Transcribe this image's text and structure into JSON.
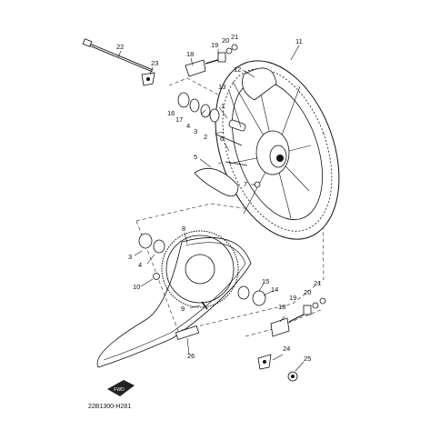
{
  "diagram": {
    "code": "22B1300-H281",
    "fwd_label": "FWD",
    "callouts": [
      {
        "id": "c22",
        "text": "22"
      },
      {
        "id": "c23",
        "text": "23"
      },
      {
        "id": "c18a",
        "text": "18"
      },
      {
        "id": "c19a",
        "text": "19"
      },
      {
        "id": "c20a",
        "text": "20"
      },
      {
        "id": "c21a",
        "text": "21"
      },
      {
        "id": "c11",
        "text": "11"
      },
      {
        "id": "c12",
        "text": "12"
      },
      {
        "id": "c13",
        "text": "13"
      },
      {
        "id": "c16",
        "text": "16"
      },
      {
        "id": "c17",
        "text": "17"
      },
      {
        "id": "c4a",
        "text": "4"
      },
      {
        "id": "c3a",
        "text": "3"
      },
      {
        "id": "c1",
        "text": "1"
      },
      {
        "id": "c2",
        "text": "2"
      },
      {
        "id": "c6",
        "text": "6"
      },
      {
        "id": "c5",
        "text": "5"
      },
      {
        "id": "c7",
        "text": "7"
      },
      {
        "id": "c8",
        "text": "8"
      },
      {
        "id": "c3b",
        "text": "3"
      },
      {
        "id": "c4b",
        "text": "4"
      },
      {
        "id": "c10",
        "text": "10"
      },
      {
        "id": "c15",
        "text": "15"
      },
      {
        "id": "c14",
        "text": "14"
      },
      {
        "id": "c9",
        "text": "9"
      },
      {
        "id": "c26",
        "text": "26"
      },
      {
        "id": "c18b",
        "text": "18"
      },
      {
        "id": "c19b",
        "text": "19"
      },
      {
        "id": "c20b",
        "text": "20"
      },
      {
        "id": "c21b",
        "text": "21"
      },
      {
        "id": "c24",
        "text": "24"
      },
      {
        "id": "c25",
        "text": "25"
      }
    ]
  }
}
